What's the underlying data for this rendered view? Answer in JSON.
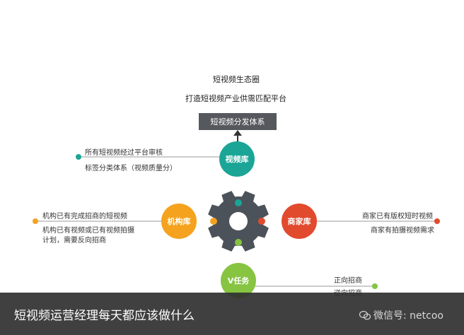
{
  "top": {
    "title": "短视频生态圈",
    "subtitle": "打造短视频产业供需匹配平台",
    "box_label": "短视频分发体系"
  },
  "nodes": {
    "video_lib": {
      "label": "视频库",
      "color": "#1aa596"
    },
    "org_lib": {
      "label": "机构库",
      "color": "#f5a21f"
    },
    "merchant_lib": {
      "label": "商家库",
      "color": "#e24a2e"
    },
    "v_task": {
      "label": "V任务",
      "color": "#86c442"
    }
  },
  "gear": {
    "color": "#4c5259",
    "dots": [
      "#1aa596",
      "#e24a2e",
      "#86c442",
      "#f5a21f"
    ]
  },
  "annotations": {
    "video_lib": [
      "所有短视频经过平台审核",
      "标签分类体系（视频质量分）"
    ],
    "org_lib": [
      "机构已有完成招商的短视频",
      "机构已有视频或已有视频拍摄",
      "计划，需要反向招商"
    ],
    "merchant_lib": [
      "商家已有版权短时视频",
      "商家有拍摄视频需求"
    ],
    "v_task": [
      "正向招商",
      "逆向招商"
    ]
  },
  "footer": {
    "caption": "短视频运营经理每天都应该做什么",
    "watermark": "微信号: netcoo"
  }
}
